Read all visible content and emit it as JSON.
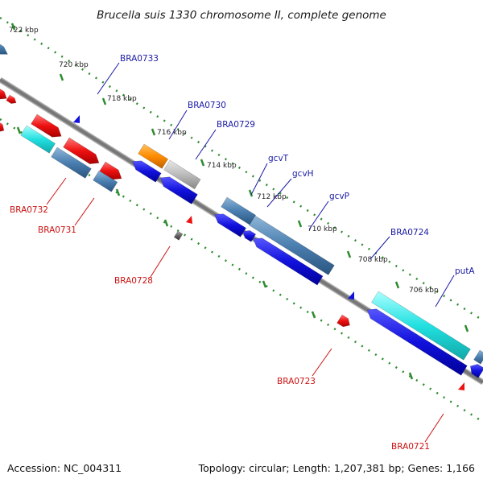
{
  "title": "Brucella suis 1330 chromosome II, complete genome",
  "footer": {
    "accession": "Accession: NC_004311",
    "summary": "Topology: circular; Length: 1,207,381 bp; Genes: 1,166"
  },
  "colors": {
    "backbone": "#777777",
    "tick": "#2e8b2e",
    "label_plus": "#1a1aa6",
    "label_minus": "#cc1111",
    "red": "#ee1111",
    "blue": "#1111dd",
    "steel": "#4a7fb0",
    "cyan": "#22e0e0",
    "orange": "#ff8c00",
    "gray": "#bbbbbb",
    "darkgray": "#666666"
  },
  "kbp_labels": [
    "722 kbp",
    "720 kbp",
    "718 kbp",
    "716 kbp",
    "714 kbp",
    "712 kbp",
    "710 kbp",
    "708 kbp",
    "706 kbp"
  ],
  "gene_labels": {
    "BRA0733": "BRA0733",
    "BRA0730": "BRA0730",
    "BRA0729": "BRA0729",
    "gcvT": "gcvT",
    "gcvH": "gcvH",
    "gcvP": "gcvP",
    "BRA0724": "BRA0724",
    "putA": "putA",
    "BRA0732": "BRA0732",
    "BRA0731": "BRA0731",
    "BRA0728": "BRA0728",
    "BRA0723": "BRA0723",
    "BRA0721": "BRA0721"
  }
}
